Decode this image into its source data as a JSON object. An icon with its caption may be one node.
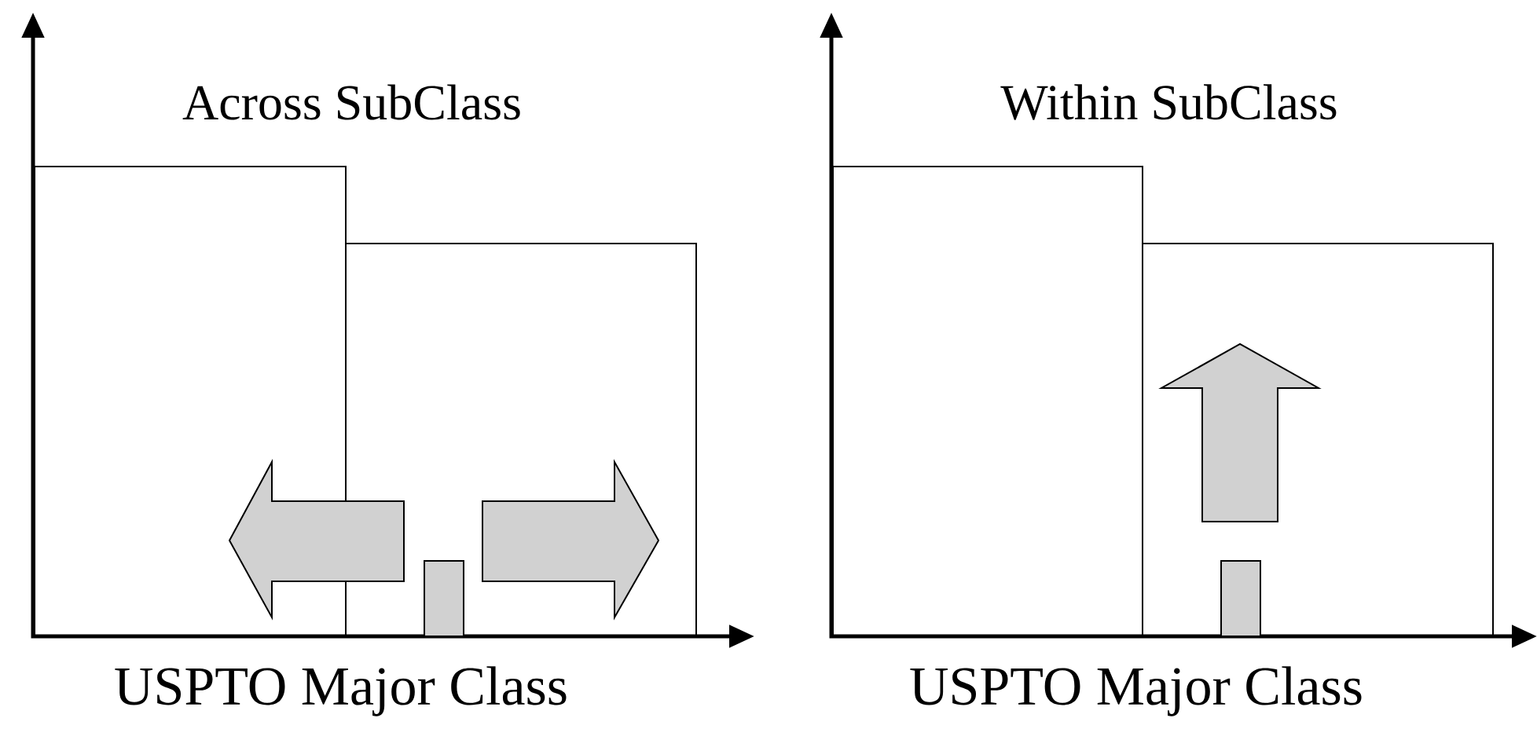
{
  "diagram": {
    "labels": [
      "Across SubClass",
      "Within SubClass",
      "USPTO Major Class",
      "USPTO Major Class"
    ]
  }
}
